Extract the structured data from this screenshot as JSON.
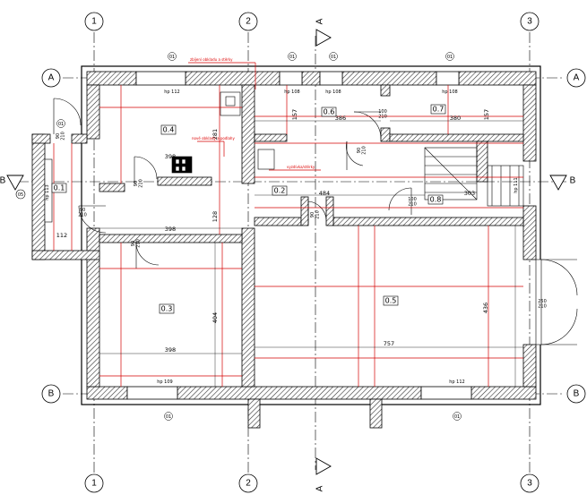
{
  "axes": {
    "vertical": [
      "1",
      "2",
      "3"
    ],
    "horizontal": [
      "A",
      "B"
    ]
  },
  "section_marks": {
    "vertical": "A",
    "horizontal": "B"
  },
  "rooms": [
    "0.1",
    "0.2",
    "0.3",
    "0.4",
    "0.5",
    "0.6",
    "0.7",
    "0.8"
  ],
  "dimensions": [
    "386",
    "380",
    "398",
    "398",
    "398",
    "484",
    "303",
    "757",
    "112",
    "404",
    "436",
    "157",
    "157",
    "128",
    "281"
  ],
  "window_labels": [
    "hp 112",
    "hp 108",
    "hp 108",
    "hp 108",
    "hp 109",
    "hp 112",
    "hp 111",
    "hp 113"
  ],
  "door_sizes": [
    "90\n210",
    "90\n210",
    "90\n210",
    "90\n210",
    "90\n210",
    "100\n210",
    "100\n210",
    "250\n210",
    "90\n210"
  ],
  "tag_values": [
    "01",
    "01",
    "01",
    "01",
    "01",
    "01",
    "01",
    "05"
  ],
  "red_notes": [
    "zbíjení obkladu a stěrky",
    "nové obklady a podlahy",
    "vyzdívka/stěrky"
  ],
  "colors": {
    "line": "#000000",
    "hatch": "#444444",
    "red": "#d40000"
  }
}
